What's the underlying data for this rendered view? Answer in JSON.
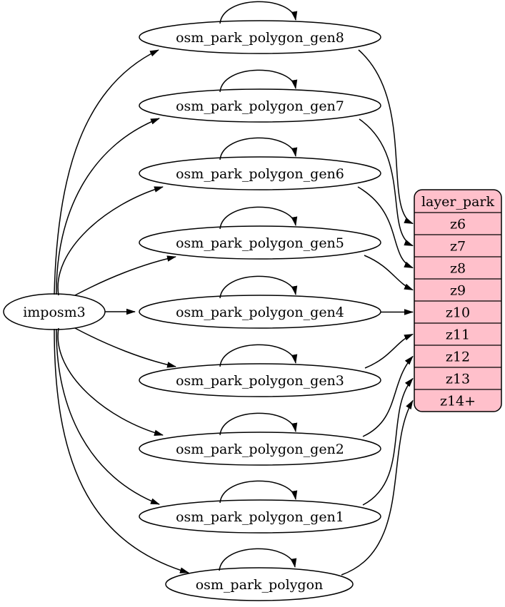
{
  "diagram": {
    "type": "graphviz_dependency_graph",
    "background": "#ffffff",
    "colors": {
      "node_fill": "#ffffff",
      "node_stroke": "#000000",
      "edge": "#000000",
      "text": "#000000",
      "table_fill": "#ffc0cb",
      "table_stroke": "#000000"
    },
    "source_node": {
      "id": "imposm3",
      "label": "imposm3"
    },
    "import_tables": [
      {
        "id": "osm_park_polygon_gen8",
        "label": "osm_park_polygon_gen8",
        "self_loop": true,
        "feeds_zoom": "z6"
      },
      {
        "id": "osm_park_polygon_gen7",
        "label": "osm_park_polygon_gen7",
        "self_loop": true,
        "feeds_zoom": "z7"
      },
      {
        "id": "osm_park_polygon_gen6",
        "label": "osm_park_polygon_gen6",
        "self_loop": true,
        "feeds_zoom": "z8"
      },
      {
        "id": "osm_park_polygon_gen5",
        "label": "osm_park_polygon_gen5",
        "self_loop": true,
        "feeds_zoom": "z9"
      },
      {
        "id": "osm_park_polygon_gen4",
        "label": "osm_park_polygon_gen4",
        "self_loop": true,
        "feeds_zoom": "z10"
      },
      {
        "id": "osm_park_polygon_gen3",
        "label": "osm_park_polygon_gen3",
        "self_loop": true,
        "feeds_zoom": "z11"
      },
      {
        "id": "osm_park_polygon_gen2",
        "label": "osm_park_polygon_gen2",
        "self_loop": true,
        "feeds_zoom": "z12"
      },
      {
        "id": "osm_park_polygon_gen1",
        "label": "osm_park_polygon_gen1",
        "self_loop": true,
        "feeds_zoom": "z13"
      },
      {
        "id": "osm_park_polygon",
        "label": "osm_park_polygon",
        "self_loop": true,
        "feeds_zoom": "z14+"
      }
    ],
    "layer_table": {
      "title": "layer_park",
      "zoom_rows": [
        "z6",
        "z7",
        "z8",
        "z9",
        "z10",
        "z11",
        "z12",
        "z13",
        "z14+"
      ]
    }
  }
}
